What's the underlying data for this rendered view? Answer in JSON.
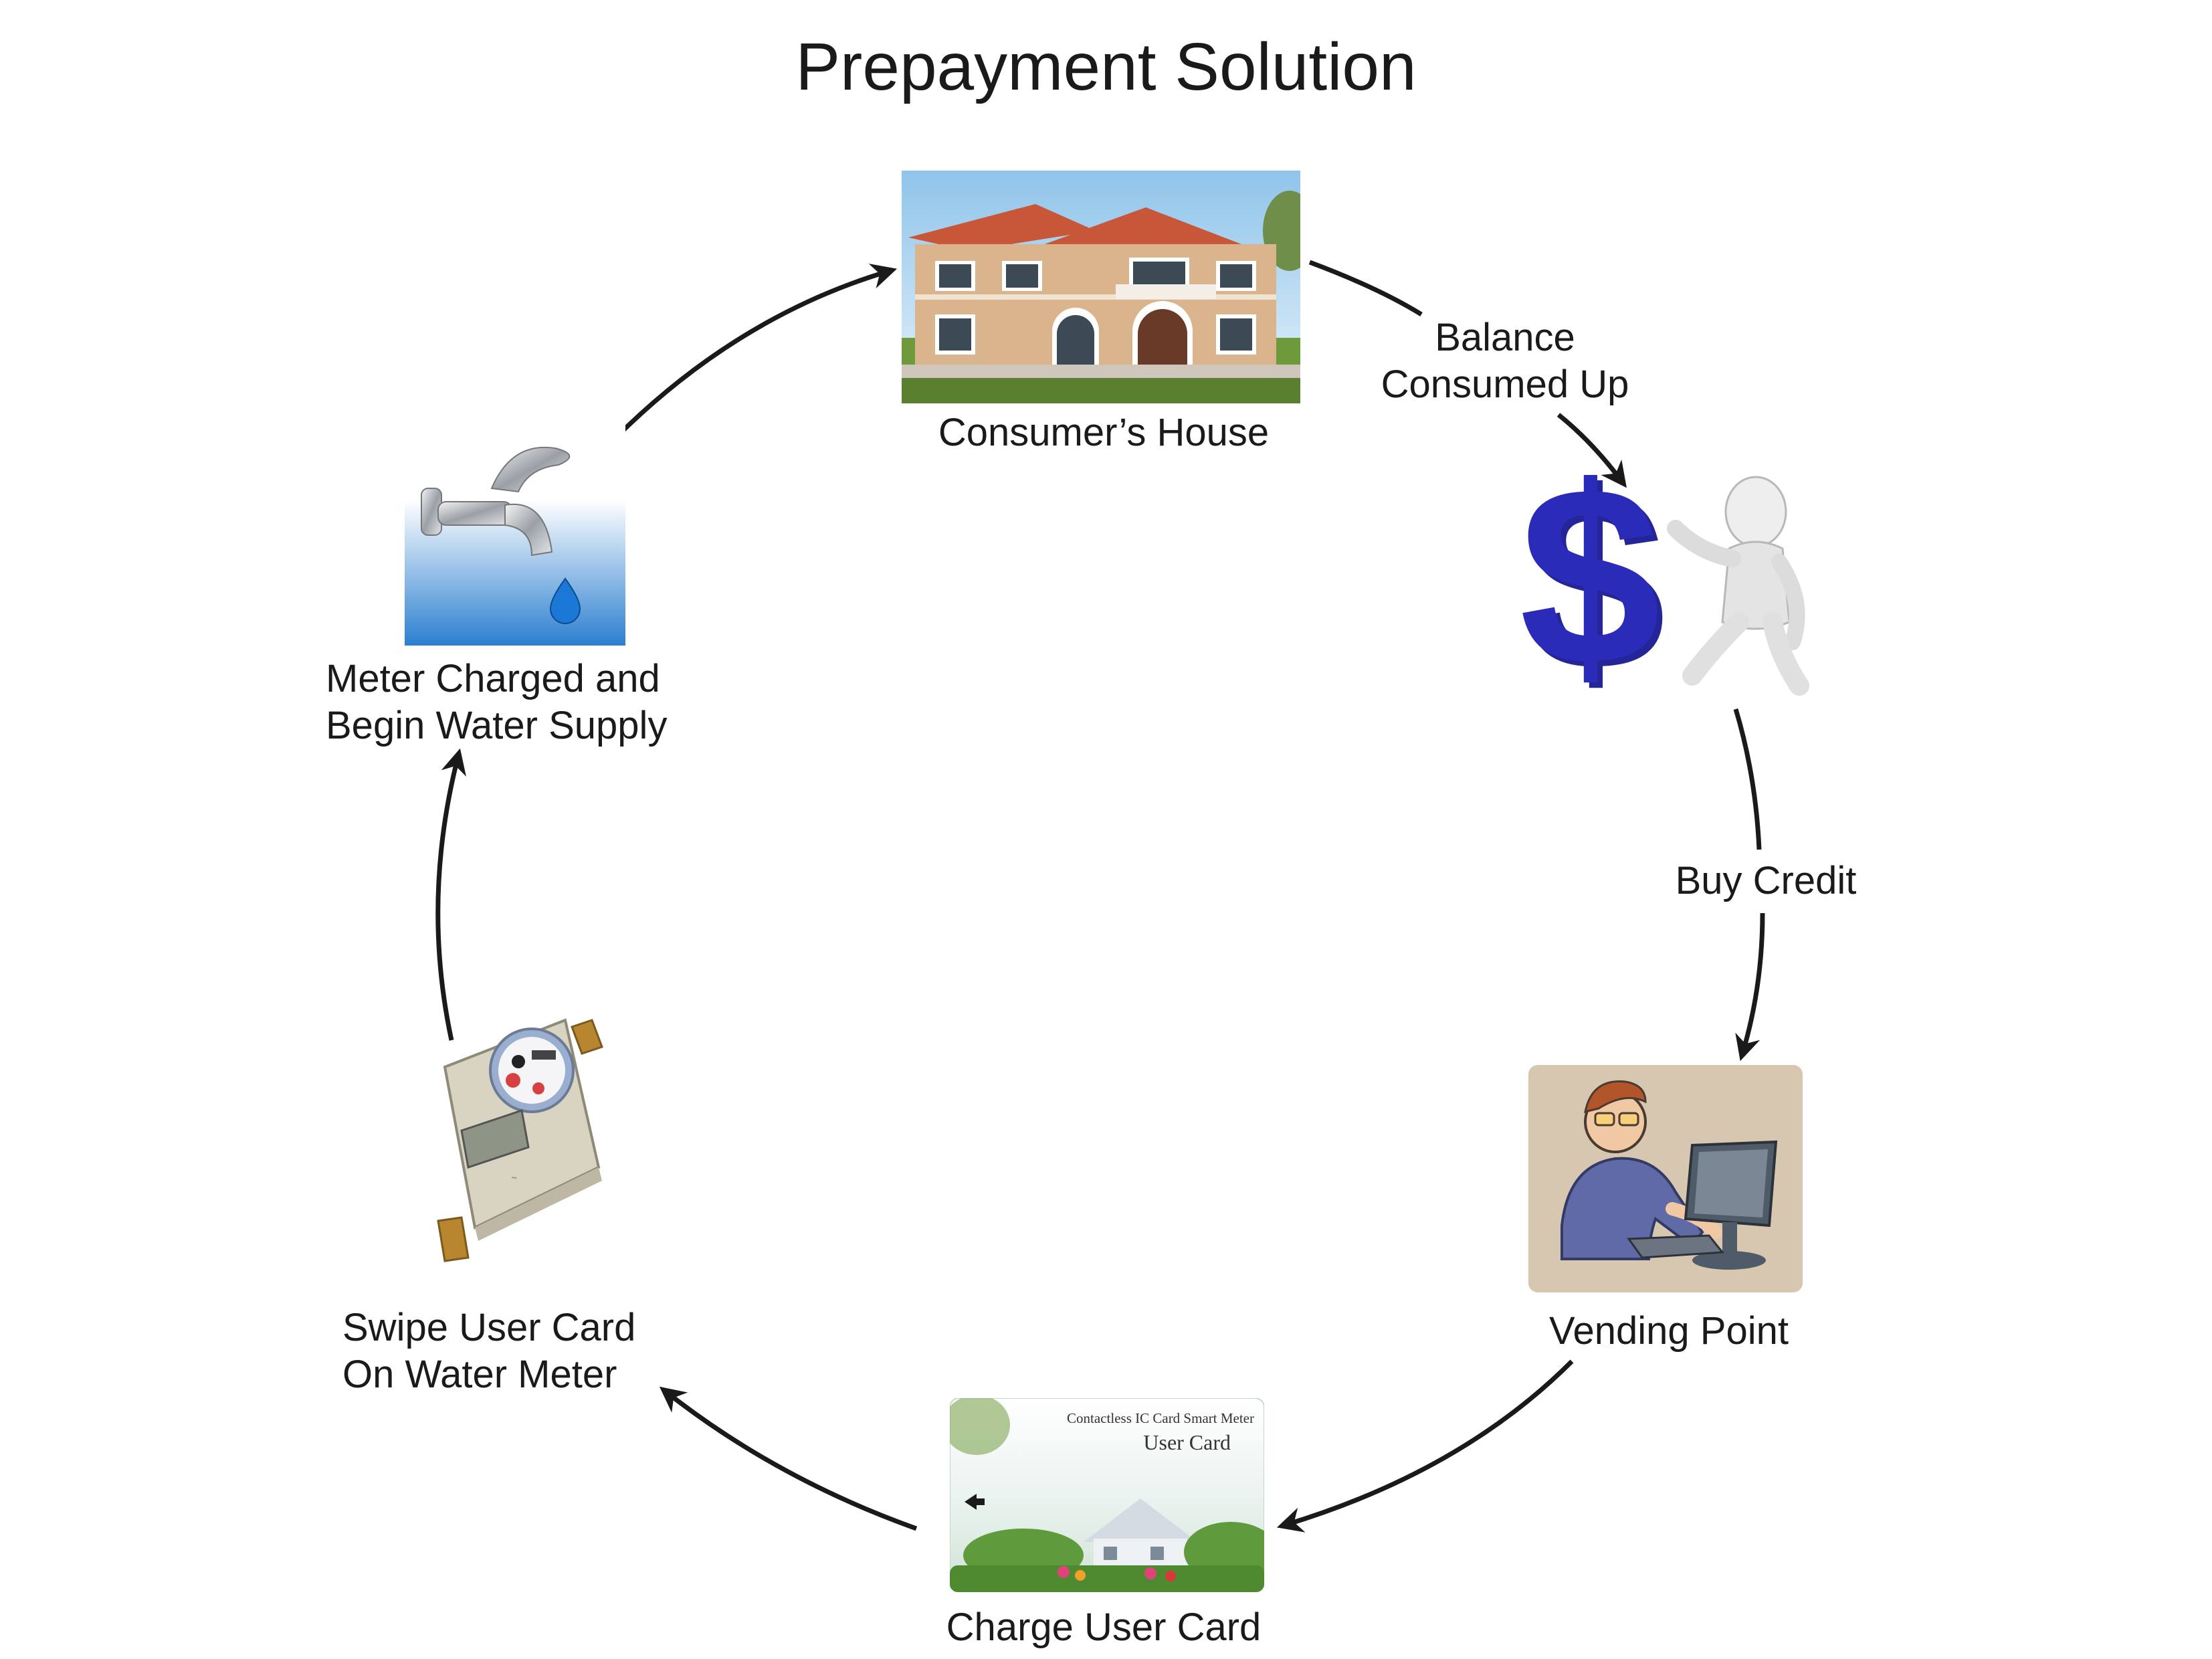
{
  "title": "Prepayment Solution",
  "steps": {
    "house": {
      "label": "Consumer’s House",
      "icon": "house-photo"
    },
    "dollar": {
      "icon": "dollar-figure-icon"
    },
    "vending": {
      "label": "Vending Point",
      "icon": "man-at-computer-icon"
    },
    "card": {
      "label": "Charge User Card",
      "icon": "user-card-image",
      "card_line1": "Contactless IC Card Smart Meter",
      "card_line2": "User Card"
    },
    "meter": {
      "label": "Swipe User Card\nOn Water Meter",
      "icon": "water-meter-icon"
    },
    "tap": {
      "label": "Meter Charged and\nBegin Water Supply",
      "icon": "water-tap-icon"
    }
  },
  "arrow_labels": {
    "balance": "Balance\nConsumed Up",
    "buy": "Buy Credit"
  },
  "colors": {
    "dollar": "#2a2bb8",
    "arrow": "#1a1a1a"
  }
}
